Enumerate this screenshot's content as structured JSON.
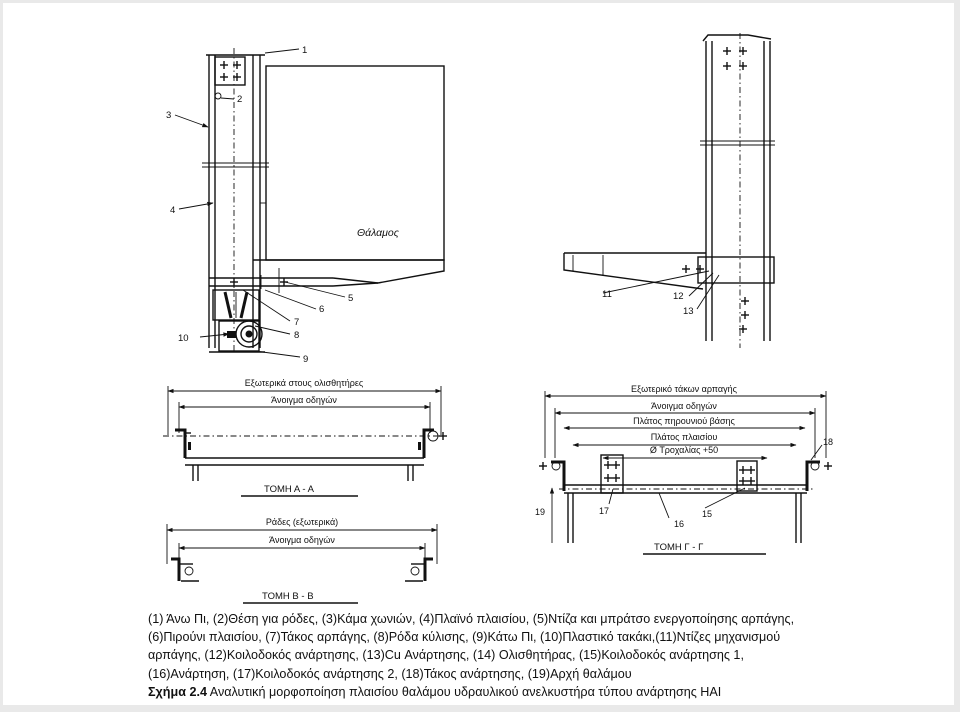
{
  "labels": {
    "n1": "1",
    "n2": "2",
    "n3": "3",
    "n4": "4",
    "n5": "5",
    "n6": "6",
    "n7": "7",
    "n8": "8",
    "n9": "9",
    "n10": "10",
    "n11": "11",
    "n12": "12",
    "n13": "13",
    "n15": "15",
    "n16": "16",
    "n17": "17",
    "n18": "18",
    "n19": "19",
    "cabin": "Θάλαμος",
    "a_dim1": "Εξωτερικά στους ολισθητήρες",
    "a_dim2": "Άνοιγμα οδηγών",
    "a_section": "ΤΟΜΗ Α - Α",
    "b_dim1": "Ράδες (εξωτερικά)",
    "b_dim2": "Άνοιγμα οδηγών",
    "b_section": "ΤΟΜΗ Β - Β",
    "g_dim1": "Εξωτερικό τάκων αρπαγής",
    "g_dim2": "Άνοιγμα οδηγών",
    "g_dim3": "Πλάτος πηρουνιού βάσης",
    "g_dim4": "Πλάτος πλαισίου",
    "g_dim5": "Ø Τροχαλίας +50",
    "g_section": "ΤΟΜΗ Γ - Γ"
  },
  "caption": {
    "line1": "(1) Άνω Πι, (2)Θέση για ρόδες, (3)Κάμα χωνιών, (4)Πλαϊνό πλαισίου, (5)Ντίζα και μπράτσο ενεργοποίησης αρπάγης,",
    "line2": "(6)Πιρούνι πλαισίου, (7)Τάκος αρπάγης, (8)Ρόδα κύλισης, (9)Κάτω Πι, (10)Πλαστικό τακάκι,(11)Ντίζες μηχανισμού",
    "line3": "αρπάγης, (12)Κοιλοδοκός ανάρτησης, (13)Cu Ανάρτησης, (14) Ολισθητήρας, (15)Κοιλοδοκός ανάρτησης 1,",
    "line4": "(16)Ανάρτηση, (17)Κοιλοδοκός ανάρτησης 2, (18)Τάκος ανάρτησης, (19)Αρχή θαλάμου",
    "fig_label": "Σχήμα 2.4",
    "fig_title": " Αναλυτική μορφοποίηση πλαισίου θαλάμου υδραυλικού ανελκυστήρα τύπου ανάρτησης ΗΑΙ"
  }
}
